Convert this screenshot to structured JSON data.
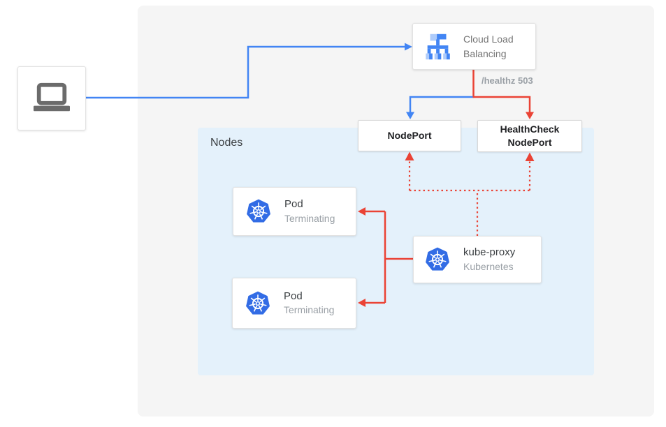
{
  "diagram": {
    "client": {
      "icon": "laptop-icon"
    },
    "cloud_load_balancing": {
      "label": "Cloud Load Balancing",
      "icon": "cloud-load-balancing-icon"
    },
    "healthz_status": {
      "label": "/healthz 503"
    },
    "nodes_group": {
      "label": "Nodes"
    },
    "nodeport": {
      "label": "NodePort"
    },
    "healthcheck_nodeport": {
      "label": "HealthCheck NodePort"
    },
    "pod_1": {
      "title": "Pod",
      "status": "Terminating",
      "icon": "kubernetes-icon"
    },
    "pod_2": {
      "title": "Pod",
      "status": "Terminating",
      "icon": "kubernetes-icon"
    },
    "kube_proxy": {
      "title": "kube-proxy",
      "subtitle": "Kubernetes",
      "icon": "kubernetes-icon"
    },
    "edges": [
      {
        "from": "client",
        "to": "cloud_load_balancing",
        "color": "blue",
        "style": "solid",
        "arrow": "into-cloud_load_balancing"
      },
      {
        "from": "cloud_load_balancing",
        "to": "nodeport",
        "color": "blue",
        "style": "solid",
        "arrow": "into-nodeport"
      },
      {
        "from": "cloud_load_balancing",
        "to": "healthcheck_nodeport",
        "color": "red",
        "style": "solid",
        "label": "/healthz 503",
        "arrow": "into-healthcheck_nodeport"
      },
      {
        "from": "kube_proxy",
        "to": "pod_1",
        "color": "red",
        "style": "solid",
        "arrow": "into-pod_1"
      },
      {
        "from": "kube_proxy",
        "to": "pod_2",
        "color": "red",
        "style": "solid",
        "arrow": "into-pod_2"
      },
      {
        "from": "kube_proxy",
        "to": "nodeport",
        "color": "red",
        "style": "dotted",
        "arrow": "into-nodeport"
      },
      {
        "from": "kube_proxy",
        "to": "healthcheck_nodeport",
        "color": "red",
        "style": "dotted",
        "arrow": "into-healthcheck_nodeport"
      }
    ],
    "colors": {
      "blue_arrow": "#4285f4",
      "red_arrow": "#ea4335",
      "panel_bg": "#f5f5f5",
      "nodes_group_bg": "#e4f1fb",
      "kubernetes_blue": "#326ce5",
      "gcp_icon_blue": "#4285f4",
      "gcp_icon_light_blue": "#aecbfa",
      "laptop_gray": "#6b6b6b",
      "title_text": "#3c4043",
      "muted_text": "#9aa0a6",
      "bold_text": "#202124"
    }
  }
}
